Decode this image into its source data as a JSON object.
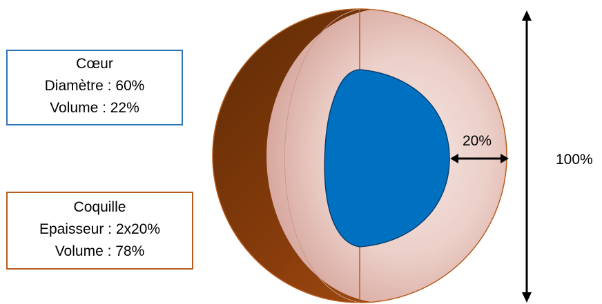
{
  "core_box": {
    "title": "Cœur",
    "diameter": "Diamètre : 60%",
    "volume": "Volume : 22%"
  },
  "shell_box": {
    "title": "Coquille",
    "thickness": "Epaisseur : 2x20%",
    "volume": "Volume : 78%"
  },
  "dimensions": {
    "shell_thickness": "20%",
    "total_height": "100%"
  },
  "colors": {
    "core": "#0070c0",
    "shell_section": "#e8c9c2",
    "shell_outer": "#a54a10",
    "shell_outline": "#b85c1e",
    "core_box_border": "#2e75b6"
  }
}
